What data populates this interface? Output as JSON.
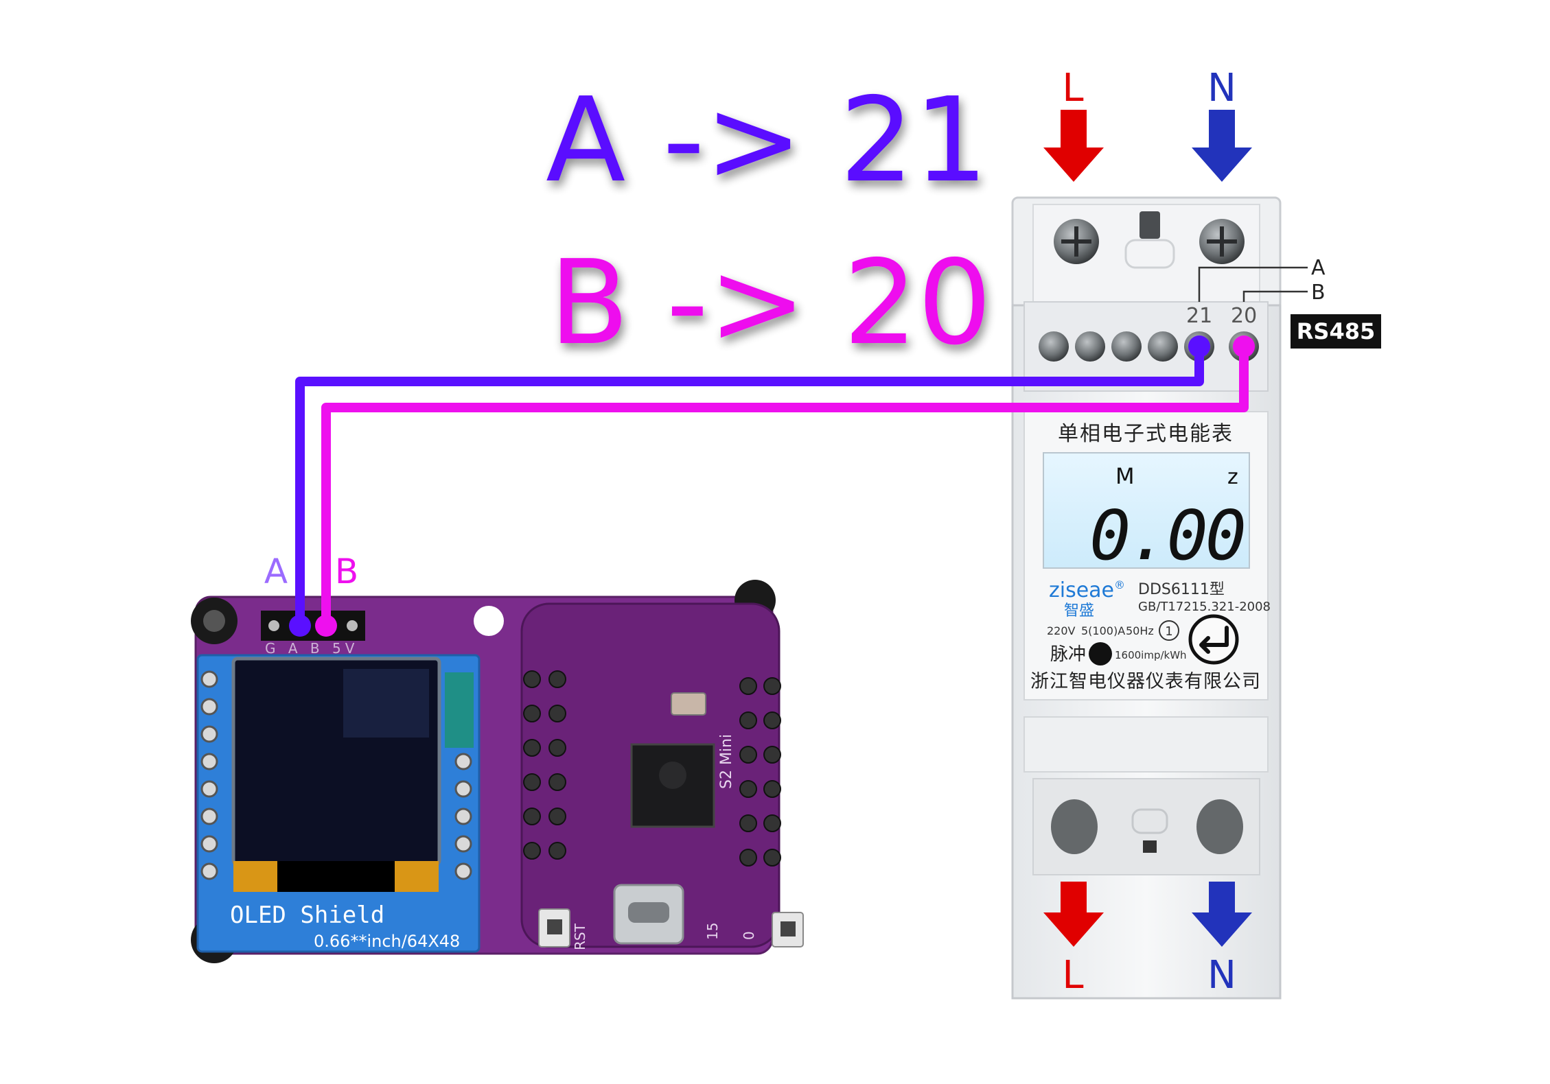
{
  "mapping": {
    "line_a": "A -> 21",
    "line_b": "B -> 20"
  },
  "colors": {
    "wire_a": "#5a10ff",
    "wire_b": "#ee10ee",
    "phase_arrow": "#e00000",
    "neutral_arrow": "#2233bb",
    "board": "#7b2c8c",
    "oled_pcb": "#2e7fd8"
  },
  "meter": {
    "top_left_label": "L",
    "top_right_label": "N",
    "bottom_left_label": "L",
    "bottom_right_label": "N",
    "terminal_21": "21",
    "terminal_20": "20",
    "callout_a": "A",
    "callout_b": "B",
    "bus_badge": "RS485",
    "title_cn": "单相电子式电能表",
    "lcd_left": "M",
    "lcd_right": "z",
    "lcd_reading": "0.00",
    "brand": "ziseae",
    "brand_reg": "®",
    "brand_cn": "智盛",
    "model": "DDS6111型",
    "standard": "GB/T17215.321-2008",
    "rating_voltage": "220V",
    "rating_current": "5(100)A",
    "rating_freq": "50Hz",
    "class_mark": "1",
    "pulse_label": "脉冲",
    "pulse_rate": "1600imp/kWh",
    "maker": "浙江智电仪器仪表有限公司"
  },
  "board": {
    "header_a": "A",
    "header_b": "B",
    "pin_labels": "G A B 5V",
    "oled_title": "OLED Shield",
    "oled_spec": "0.66**inch/64X48",
    "mcu_name": "S2 Mini",
    "rst_label": "RST",
    "pin_15": "15",
    "pin_0": "0"
  }
}
